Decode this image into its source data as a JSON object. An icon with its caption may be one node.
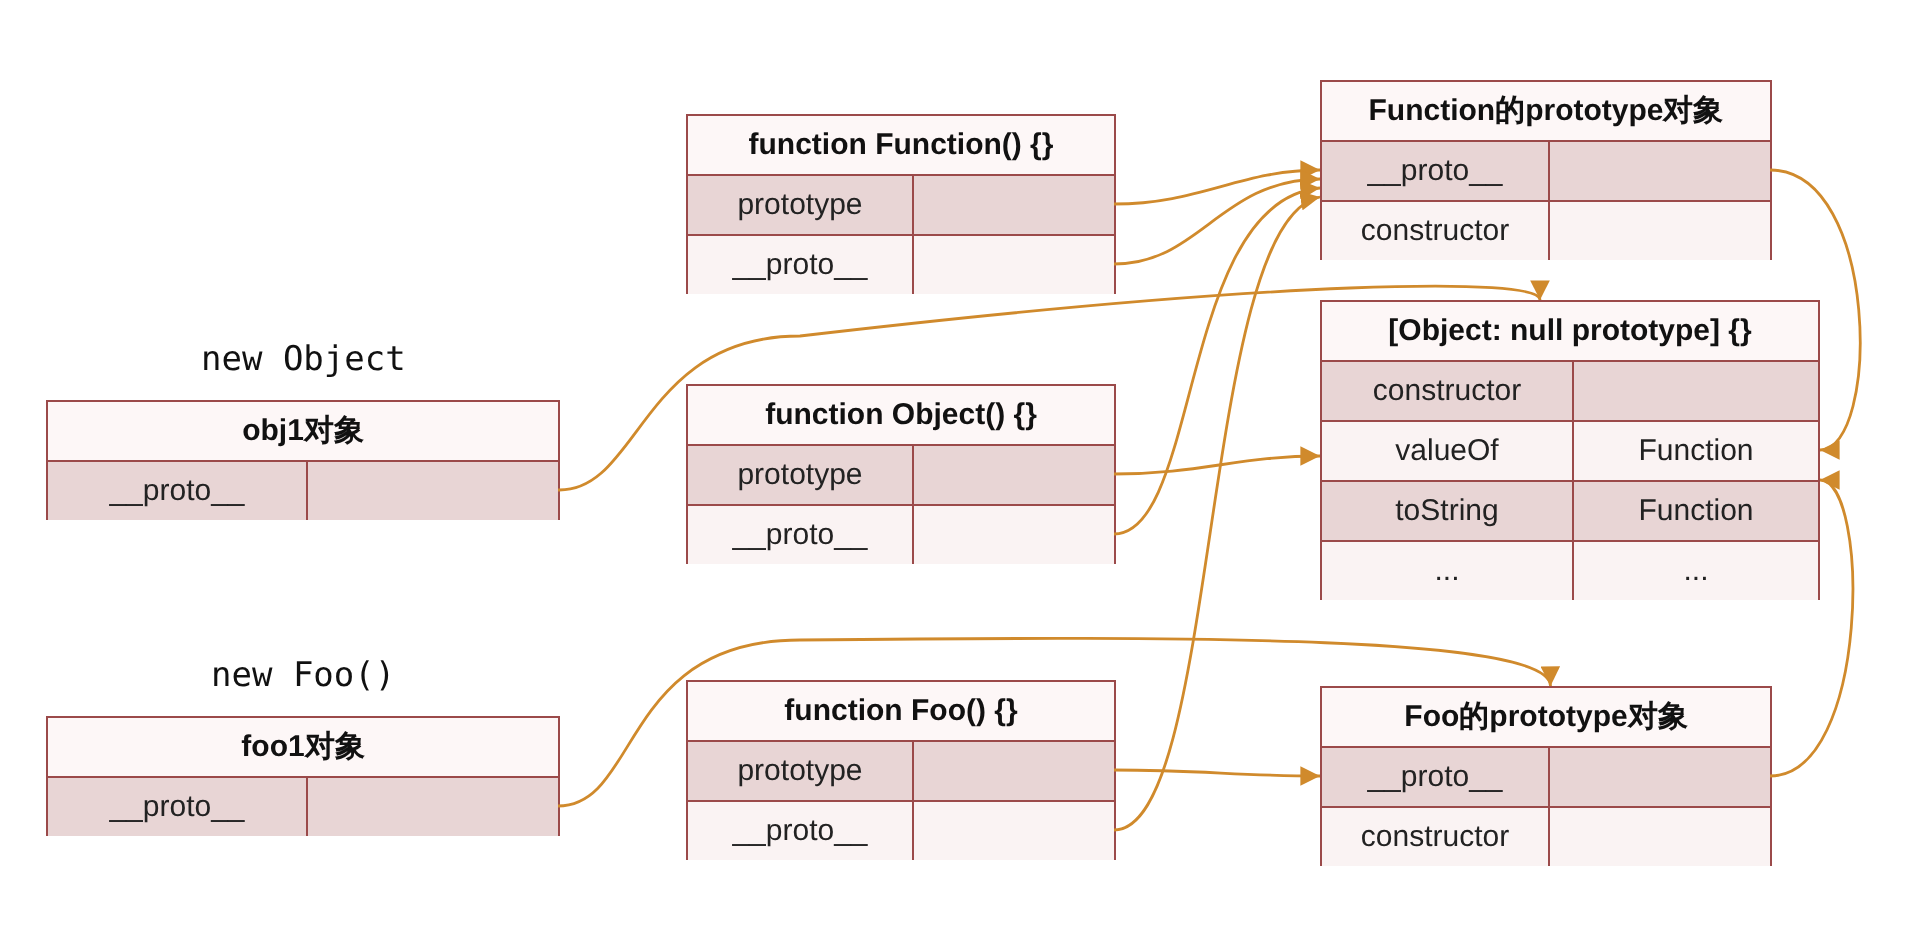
{
  "diagram": {
    "nodes": [
      {
        "text": [
          "function Function() {}"
        ]
      },
      {
        "text": [
          "prototype"
        ],
        "in": 0
      },
      {
        "text": [],
        "shape": "box",
        "in": 0
      },
      {
        "text": [
          "__proto__"
        ],
        "in": 0
      },
      {
        "text": [],
        "shape": "box",
        "in": 0
      },
      {
        "text": [
          "Function的prototype对象"
        ]
      },
      {
        "text": [
          "__proto__"
        ],
        "in": 5
      },
      {
        "text": [],
        "shape": "box",
        "in": 5
      },
      {
        "text": [
          "constructor"
        ],
        "in": 5
      },
      {
        "text": [],
        "shape": "box",
        "in": 5
      },
      {
        "text": [
          "[Object: null prototype] {}"
        ]
      },
      {
        "text": [
          "constructor"
        ],
        "in": 10
      },
      {
        "text": [],
        "shape": "box",
        "in": 10
      },
      {
        "text": [
          "valueOf"
        ],
        "in": 10
      },
      {
        "text": [
          "Function"
        ],
        "in": 10
      },
      {
        "text": [
          "toString"
        ],
        "in": 10
      },
      {
        "text": [
          "Function"
        ],
        "in": 10
      },
      {
        "text": [
          "..."
        ],
        "in": 10
      },
      {
        "text": [
          "..."
        ],
        "in": 10
      },
      {
        "text": [
          "obj1对象"
        ],
        "beside": [
          "new Object"
        ]
      },
      {
        "text": [
          "__proto__"
        ],
        "in": 19
      },
      {
        "text": [],
        "shape": "box",
        "in": 19
      },
      {
        "text": [
          "function Object() {}"
        ]
      },
      {
        "text": [
          "prototype"
        ],
        "in": 22
      },
      {
        "text": [],
        "shape": "box",
        "in": 22
      },
      {
        "text": [
          "__proto__"
        ],
        "in": 22
      },
      {
        "text": [],
        "shape": "box",
        "in": 22
      },
      {
        "text": [
          "foo1对象"
        ],
        "beside": [
          "new Foo()"
        ]
      },
      {
        "text": [
          "__proto__"
        ],
        "in": 27
      },
      {
        "text": [],
        "shape": "box",
        "in": 27
      },
      {
        "text": [
          "function Foo() {}"
        ]
      },
      {
        "text": [
          "prototype"
        ],
        "in": 30
      },
      {
        "text": [],
        "shape": "box",
        "in": 30
      },
      {
        "text": [
          "__proto__"
        ],
        "in": 30
      },
      {
        "text": [],
        "shape": "box",
        "in": 30
      },
      {
        "text": [
          "Foo的prototype对象"
        ]
      },
      {
        "text": [
          "__proto__"
        ],
        "in": 35
      },
      {
        "text": [],
        "shape": "box",
        "in": 35
      },
      {
        "text": [
          "constructor"
        ],
        "in": 35
      },
      {
        "text": [],
        "shape": "box",
        "in": 35
      }
    ],
    "edges": [
      {
        "from": 2,
        "to": 5,
        "arrow": "to"
      },
      {
        "from": 4,
        "to": 5,
        "arrow": "to"
      },
      {
        "from": 7,
        "to": 10,
        "arrow": "to"
      },
      {
        "from": 21,
        "to": 10,
        "arrow": "to"
      },
      {
        "from": 24,
        "to": 10,
        "arrow": "to"
      },
      {
        "from": 26,
        "to": 5,
        "arrow": "to"
      },
      {
        "from": 29,
        "to": 35,
        "arrow": "to"
      },
      {
        "from": 32,
        "to": 35,
        "arrow": "to"
      },
      {
        "from": 34,
        "to": 5,
        "arrow": "to"
      },
      {
        "from": 37,
        "to": 10,
        "arrow": "to"
      }
    ]
  }
}
